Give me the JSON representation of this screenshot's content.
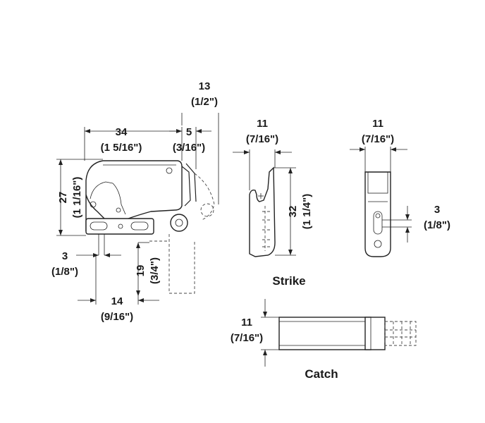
{
  "dimensions": {
    "d34_mm": "34",
    "d34_in": "(1 5/16\")",
    "d5_mm": "5",
    "d5_in": "(3/16\")",
    "d13_mm": "13",
    "d13_in": "(1/2\")",
    "d27_mm": "27",
    "d27_in": "(1 1/16\")",
    "d3a_mm": "3",
    "d3a_in": "(1/8\")",
    "d19_mm": "19",
    "d19_in": "(3/4\")",
    "d14_mm": "14",
    "d14_in": "(9/16\")",
    "d11a_mm": "11",
    "d11a_in": "(7/16\")",
    "d32_mm": "32",
    "d32_in": "(1 1/4\")",
    "d11b_mm": "11",
    "d11b_in": "(7/16\")",
    "d3b_mm": "3",
    "d3b_in": "(1/8\")",
    "d11c_mm": "11",
    "d11c_in": "(7/16\")"
  },
  "captions": {
    "strike": "Strike",
    "catch": "Catch"
  }
}
